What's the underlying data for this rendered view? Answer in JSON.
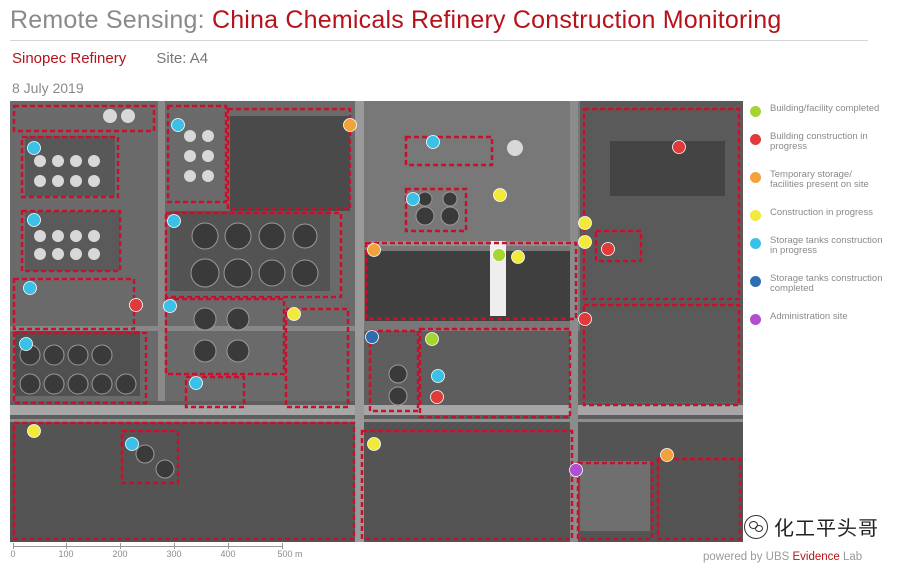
{
  "header": {
    "title_prefix": "Remote Sensing:",
    "title_main": "China Chemicals Refinery Construction Monitoring",
    "refinery": "Sinopec Refinery",
    "site": "Site: A4",
    "date": "8 July 2019"
  },
  "colors": {
    "brand_red": "#b5121b",
    "boundary_red": "#c8102e"
  },
  "legend": [
    {
      "label": "Building/facility completed",
      "color": "#a6d531"
    },
    {
      "label": "Building construction in progress",
      "color": "#e03a3a"
    },
    {
      "label": "Temporary storage/ facilities present on site",
      "color": "#f2a23a"
    },
    {
      "label": "Construction in progress",
      "color": "#f2ea3a"
    },
    {
      "label": "Storage tanks construction in progress",
      "color": "#3bc0e8"
    },
    {
      "label": "Storage tanks construction completed",
      "color": "#2f6db3"
    },
    {
      "label": "Administration site",
      "color": "#b24fd0"
    }
  ],
  "scale": {
    "ticks": [
      "0",
      "100",
      "200",
      "300",
      "400",
      "500 m"
    ]
  },
  "credit": {
    "prefix": "powered by UBS ",
    "brand": "Evidence",
    "suffix": " Lab"
  },
  "watermark": {
    "text": "化工平头哥"
  }
}
